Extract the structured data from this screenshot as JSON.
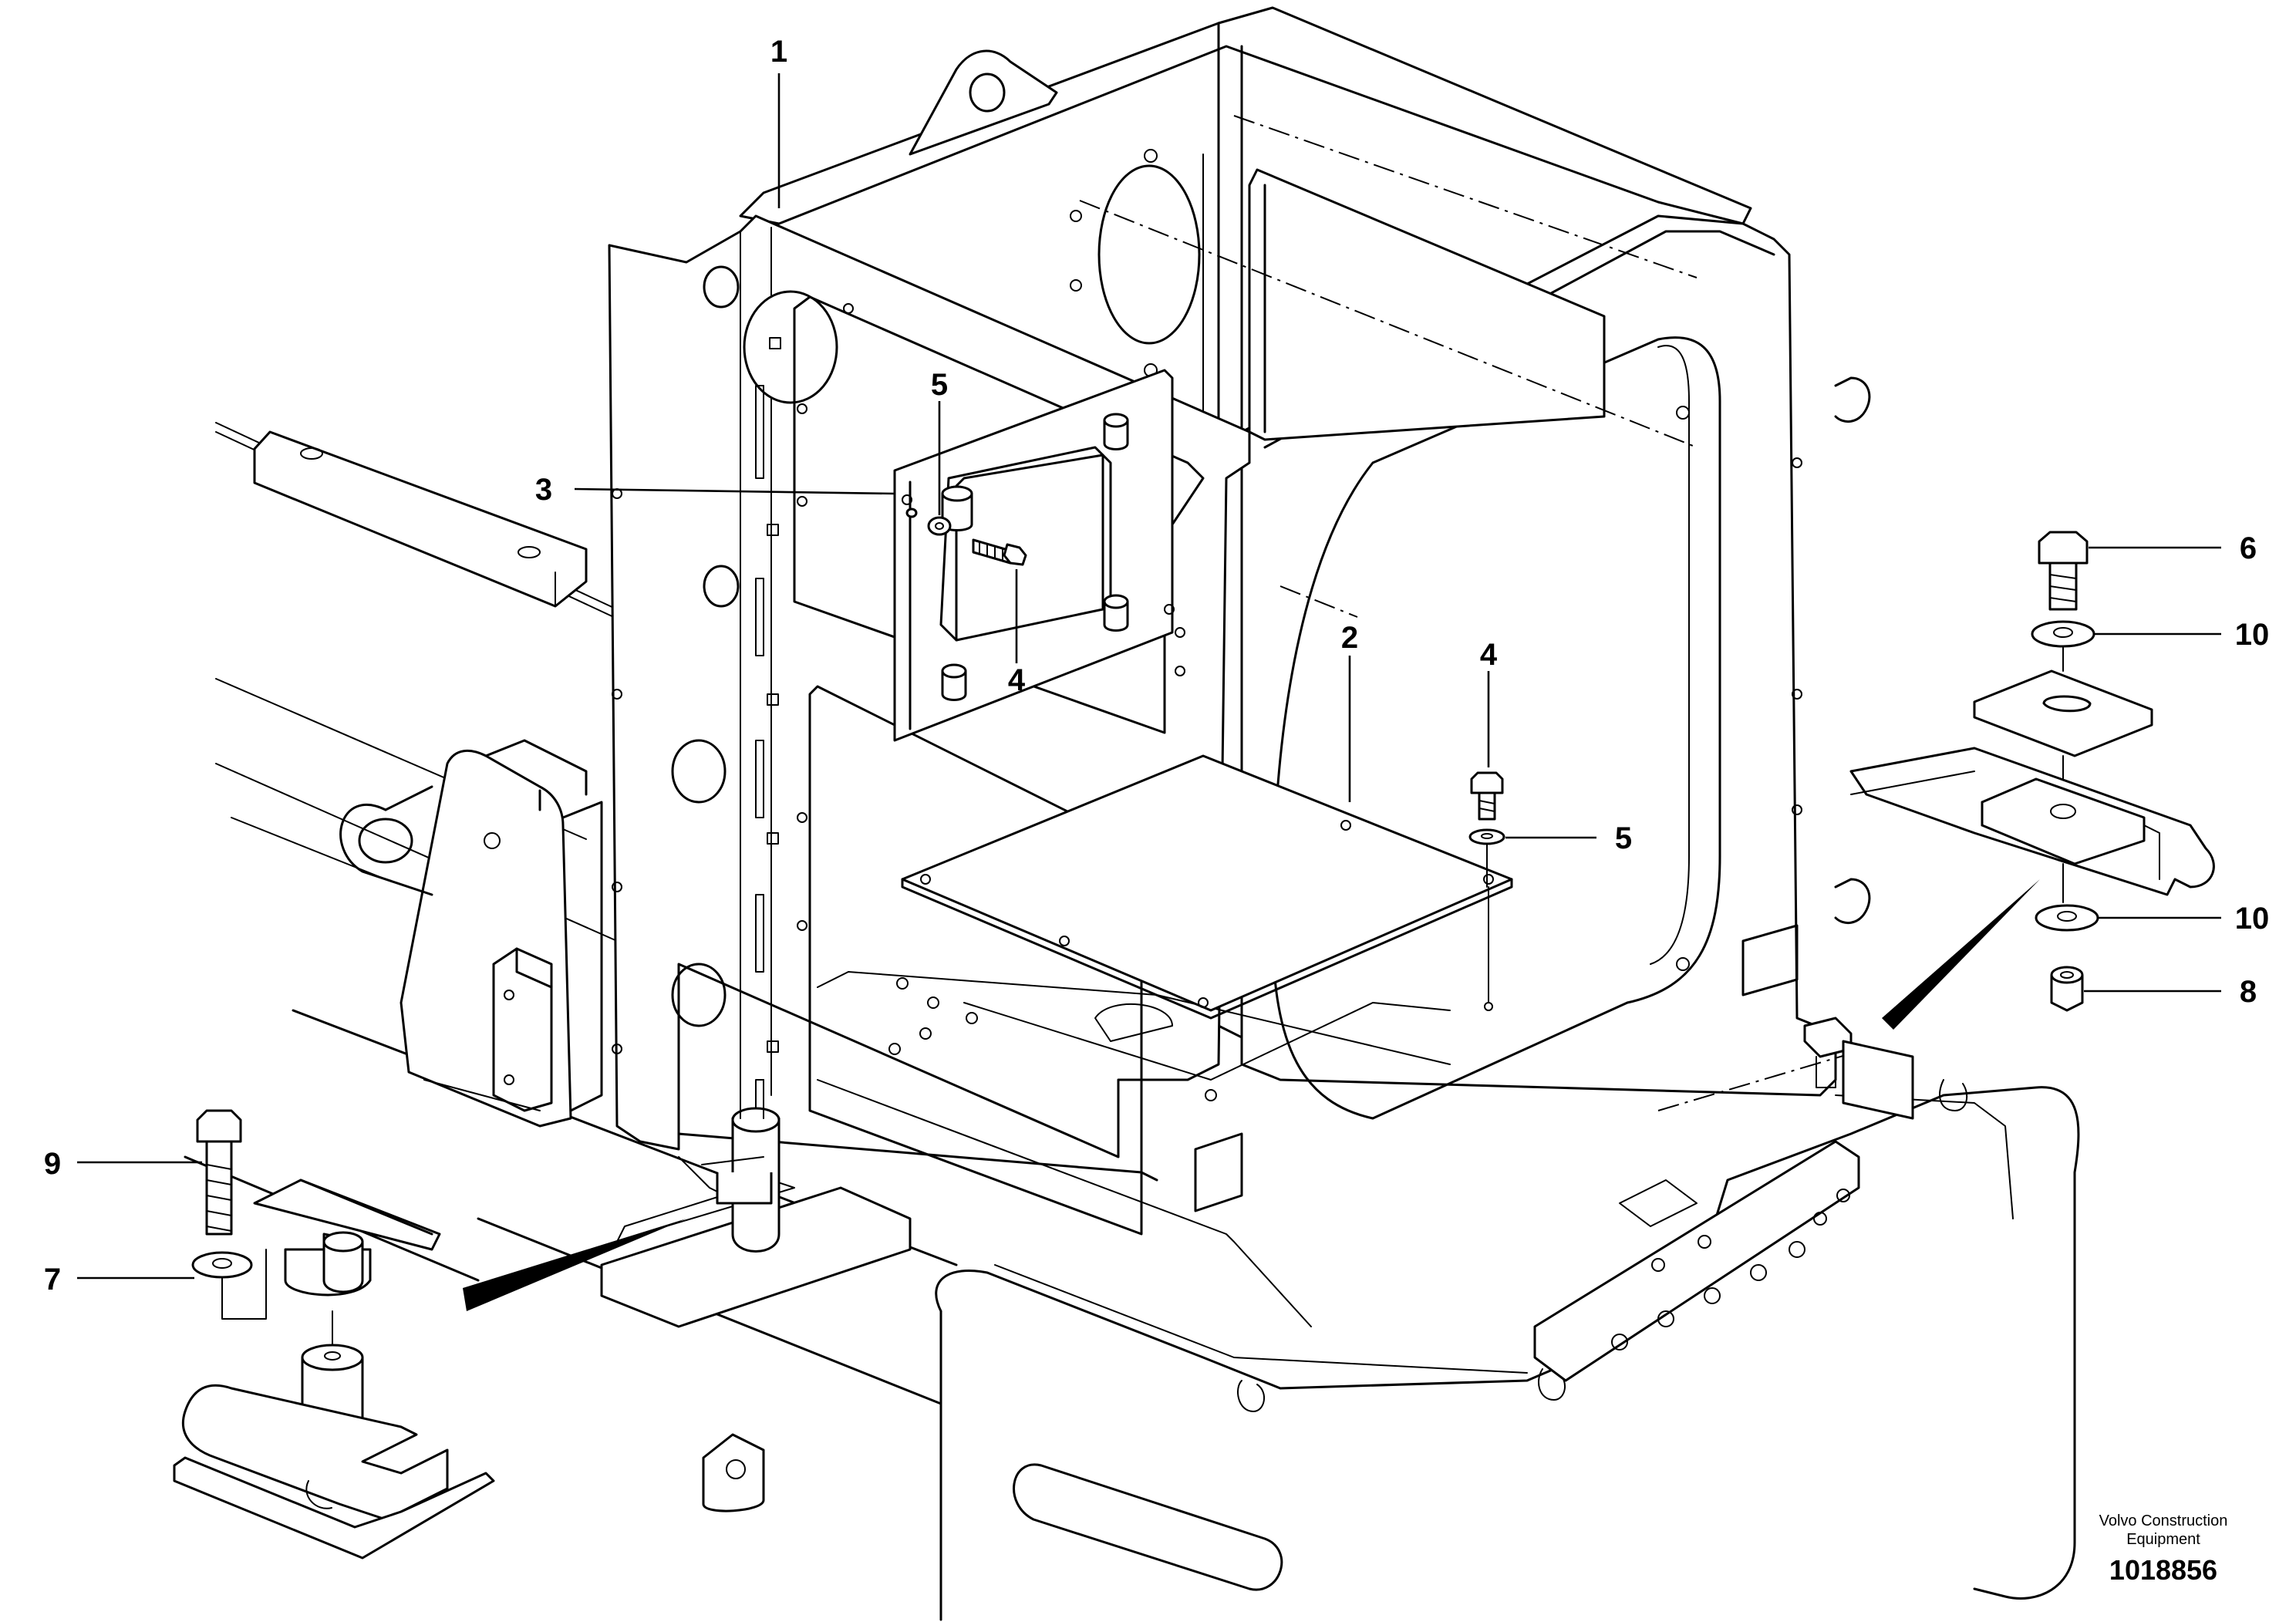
{
  "callouts": {
    "c1": "1",
    "c2": "2",
    "c3": "3",
    "c4a": "4",
    "c4b": "4",
    "c5a": "5",
    "c5b": "5",
    "c6": "6",
    "c7": "7",
    "c8": "8",
    "c9": "9",
    "c10a": "10",
    "c10b": "10"
  },
  "footer": {
    "company_line1": "Volvo Construction",
    "company_line2": "Equipment",
    "document_number": "1018856"
  },
  "colors": {
    "line": "#000000",
    "background": "#ffffff"
  }
}
